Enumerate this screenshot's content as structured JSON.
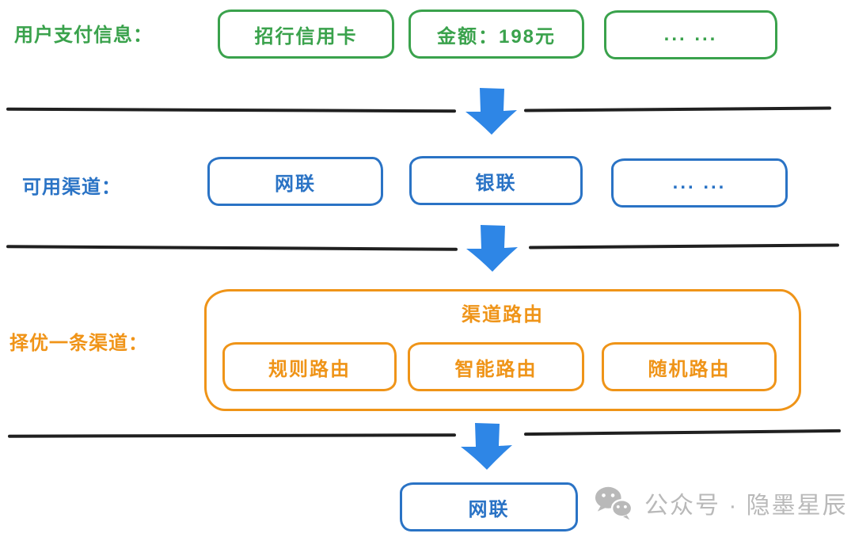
{
  "rows": [
    {
      "label": "用户支付信息：",
      "boxes": [
        {
          "text": "招行信用卡"
        },
        {
          "text": "金额：198元"
        },
        {
          "text": "... ..."
        }
      ]
    },
    {
      "label": "可用渠道：",
      "boxes": [
        {
          "text": "网联"
        },
        {
          "text": "银联"
        },
        {
          "text": "... ..."
        }
      ]
    },
    {
      "label": "择优一条渠道：",
      "group_title": "渠道路由",
      "boxes": [
        {
          "text": "规则路由"
        },
        {
          "text": "智能路由"
        },
        {
          "text": "随机路由"
        }
      ]
    }
  ],
  "result_box": {
    "text": "网联"
  },
  "watermark": {
    "icon": "wechat-icon",
    "text": "公众号 · 隐墨星辰"
  },
  "colors": {
    "green": "#3aa24c",
    "blue": "#2a73c5",
    "arrow_blue": "#2e86e6",
    "orange": "#ef9418",
    "divider_black": "#202020",
    "watermark_gray": "#b9b9b9"
  }
}
